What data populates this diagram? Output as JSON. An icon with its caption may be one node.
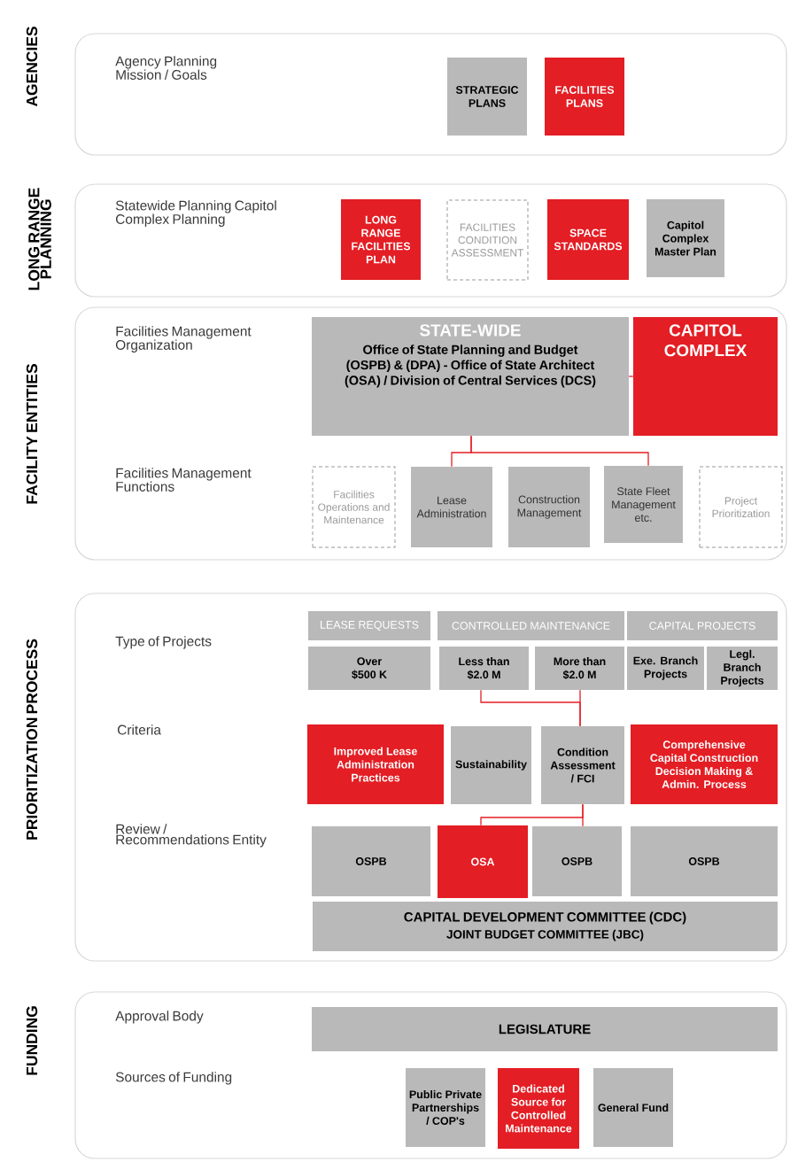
{
  "diagram": {
    "nodes": [
      {
        "text": [
          "AGENCIES",
          "Agency Planning Mission / Goals"
        ]
      },
      {
        "text": [
          "STRATEGIC PLANS"
        ],
        "in": 0
      },
      {
        "text": [
          "FACILITIES PLANS"
        ],
        "in": 0
      },
      {
        "text": [
          "LONG RANGE PLANNING",
          "Statewide Planning Capitol Complex Planning"
        ]
      },
      {
        "text": [
          "LONG RANGE FACILITIES PLAN"
        ],
        "in": 3
      },
      {
        "text": [
          "FACILITIES CONDITION ASSESSMENT"
        ],
        "in": 3
      },
      {
        "text": [
          "SPACE STANDARDS"
        ],
        "in": 3
      },
      {
        "text": [
          "Capitol Complex Master Plan"
        ],
        "in": 3
      },
      {
        "text": [
          "FACILITY ENTITIES",
          "Facilities Management Organization",
          "Facilities Management Functions"
        ]
      },
      {
        "text": [
          "STATE-WIDE",
          "Office of State Planning and Budget (OSPB) & (DPA) - Office of State Architect (OSA) / Division of Central Services (DCS)"
        ],
        "in": 8
      },
      {
        "text": [
          "CAPITOL COMPLEX"
        ],
        "in": 8
      },
      {
        "text": [
          "Facilities Operations and Maintenance"
        ],
        "in": 8
      },
      {
        "text": [
          "Lease Administration"
        ],
        "in": 8
      },
      {
        "text": [
          "Construction Management"
        ],
        "in": 8
      },
      {
        "text": [
          "State Fleet Management etc."
        ],
        "in": 8
      },
      {
        "text": [
          "Project Prioritization"
        ],
        "in": 8
      },
      {
        "text": [
          "PRIORITIZATION PROCESS",
          "Type of Projects",
          "Criteria",
          "Review / Recommendations Entity"
        ]
      },
      {
        "text": [
          "LEASE REQUESTS"
        ],
        "in": 16
      },
      {
        "text": [
          "CONTROLLED MAINTENANCE"
        ],
        "in": 16
      },
      {
        "text": [
          "CAPITAL PROJECTS"
        ],
        "in": 16
      },
      {
        "text": [
          "Over $500 K"
        ],
        "in": 16
      },
      {
        "text": [
          "Less than $2.0 M"
        ],
        "in": 16
      },
      {
        "text": [
          "More than $2.0 M"
        ],
        "in": 16
      },
      {
        "text": [
          "Exe. Branch Projects"
        ],
        "in": 16
      },
      {
        "text": [
          "Legl. Branch Projects"
        ],
        "in": 16
      },
      {
        "text": [
          "Improved Lease Administration Practices"
        ],
        "in": 16
      },
      {
        "text": [
          "Sustainability"
        ],
        "in": 16
      },
      {
        "text": [
          "Condition Assessment / FCI"
        ],
        "in": 16
      },
      {
        "text": [
          "Comprehensive Capital Construction Decision Making & Admin. Process"
        ],
        "in": 16
      },
      {
        "text": [
          "OSPB"
        ],
        "in": 16
      },
      {
        "text": [
          "OSA"
        ],
        "in": 16
      },
      {
        "text": [
          "OSPB"
        ],
        "in": 16
      },
      {
        "text": [
          "OSPB"
        ],
        "in": 16
      },
      {
        "text": [
          "CAPITAL DEVELOPMENT COMMITTEE (CDC)",
          "JOINT BUDGET COMMITTEE (JBC)"
        ],
        "in": 16
      },
      {
        "text": [
          "FUNDING",
          "Approval Body",
          "Sources of Funding"
        ]
      },
      {
        "text": [
          "LEGISLATURE"
        ],
        "in": 34
      },
      {
        "text": [
          "Public Private Partnerships / COP's"
        ],
        "in": 34
      },
      {
        "text": [
          "Dedicated Source for Controlled Maintenance"
        ],
        "in": 34
      },
      {
        "text": [
          "General Fund"
        ],
        "in": 34
      }
    ],
    "edges": [
      {
        "from": 9,
        "to": 10,
        "arrow": "none"
      },
      {
        "from": 9,
        "to": 12,
        "arrow": "none"
      },
      {
        "from": 9,
        "to": 14,
        "arrow": "none"
      },
      {
        "from": 21,
        "to": 27,
        "arrow": "none"
      },
      {
        "from": 22,
        "to": 27,
        "arrow": "none"
      },
      {
        "from": 27,
        "to": 30,
        "arrow": "none"
      },
      {
        "from": 27,
        "to": 31,
        "arrow": "none"
      }
    ]
  }
}
